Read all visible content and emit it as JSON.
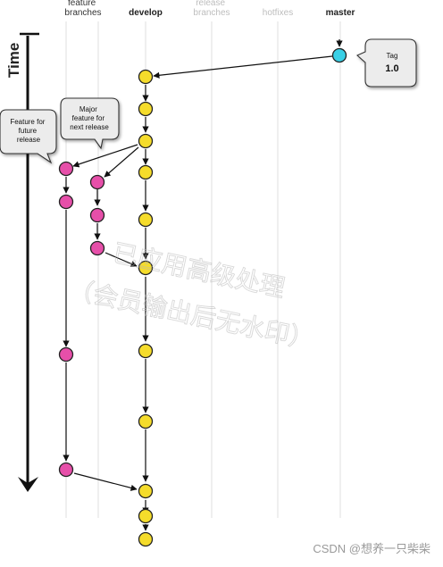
{
  "columns": {
    "feature": "feature\nbranches",
    "develop": "develop",
    "release": "release\nbranches",
    "hotfixes": "hotfixes",
    "master": "master"
  },
  "time_label": "Time",
  "callouts": {
    "future": "Feature for\nfuture\nrelease",
    "major": "Major\nfeature for\nnext release"
  },
  "tag": {
    "title": "Tag",
    "value": "1.0"
  },
  "watermark": {
    "line1": "已应用高级处理",
    "line2": "（会员输出后无水印）"
  },
  "credit": "CSDN @想养一只柴柴",
  "colors": {
    "develop": "#f5dc2b",
    "feature": "#e64fa9",
    "master": "#39d0e6",
    "lane": "#e4e4e4",
    "arrow": "#111111"
  }
}
